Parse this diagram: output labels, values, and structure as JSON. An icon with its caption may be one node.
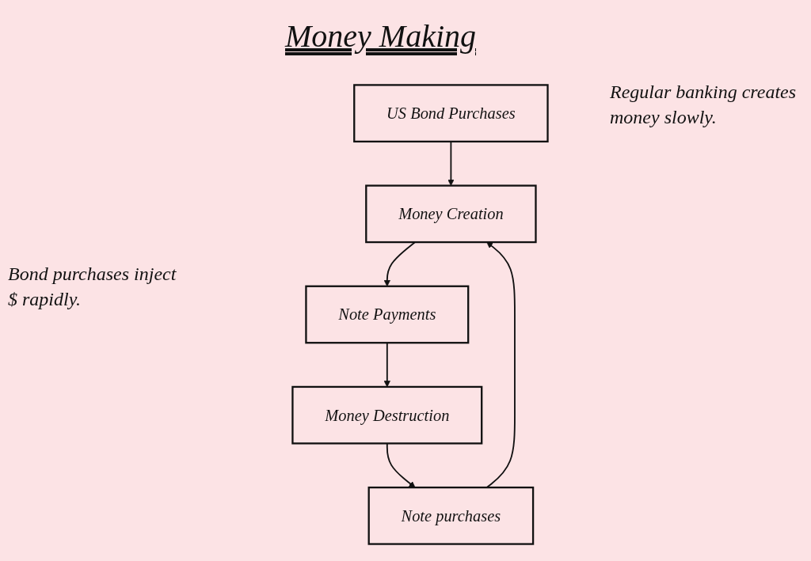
{
  "diagram": {
    "title": "Money Making",
    "nodes": [
      {
        "text": [
          "US Bond Purchases"
        ]
      },
      {
        "text": [
          "Note purchases"
        ]
      },
      {
        "text": [
          "Money Creation"
        ]
      },
      {
        "text": [
          "Money Destruction"
        ]
      },
      {
        "text": [
          "Note Payments"
        ]
      }
    ],
    "edges": [
      {
        "from": 0,
        "to": 2,
        "arrow": "to"
      },
      {
        "from": 1,
        "to": 2,
        "arrow": "to"
      },
      {
        "from": 2,
        "to": 4,
        "arrow": "to"
      },
      {
        "from": 4,
        "to": 3,
        "arrow": "to"
      },
      {
        "from": 3,
        "to": 1,
        "arrow": "to"
      }
    ],
    "labels": [
      "Regular banking creates money slowly.",
      "Bond purchases inject $ rapidly."
    ]
  }
}
